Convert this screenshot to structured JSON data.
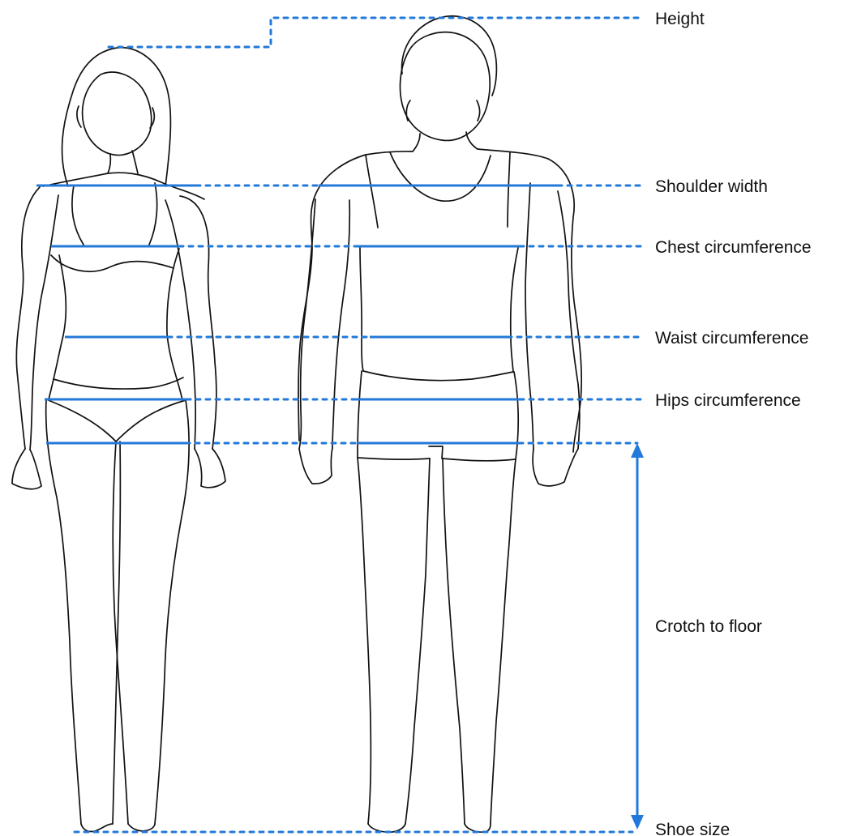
{
  "labels": {
    "height": "Height",
    "shoulder_width": "Shoulder width",
    "chest_circumference": "Chest circumference",
    "waist_circumference": "Waist circumference",
    "hips_circumference": "Hips circumference",
    "crotch_to_floor": "Crotch to floor",
    "shoe_size": "Shoe size"
  },
  "colors": {
    "accent": "#2379d9",
    "outline": "#111111",
    "background": "#ffffff"
  },
  "figures": {
    "left": "female-figure",
    "right": "male-figure"
  }
}
